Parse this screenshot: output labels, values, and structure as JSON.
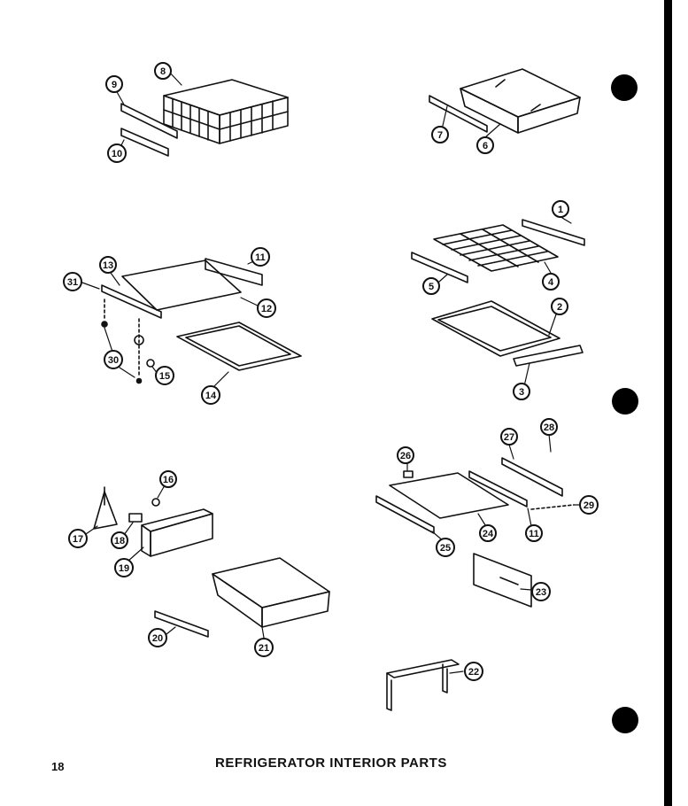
{
  "page": {
    "number": "18",
    "title": "REFRIGERATOR INTERIOR PARTS"
  },
  "colors": {
    "ink": "#111111",
    "paper": "#ffffff"
  },
  "callouts": [
    "1",
    "2",
    "3",
    "4",
    "5",
    "6",
    "7",
    "8",
    "9",
    "10",
    "11",
    "11",
    "12",
    "13",
    "14",
    "15",
    "16",
    "17",
    "18",
    "19",
    "20",
    "21",
    "22",
    "23",
    "24",
    "25",
    "26",
    "27",
    "28",
    "29",
    "30",
    "31"
  ]
}
